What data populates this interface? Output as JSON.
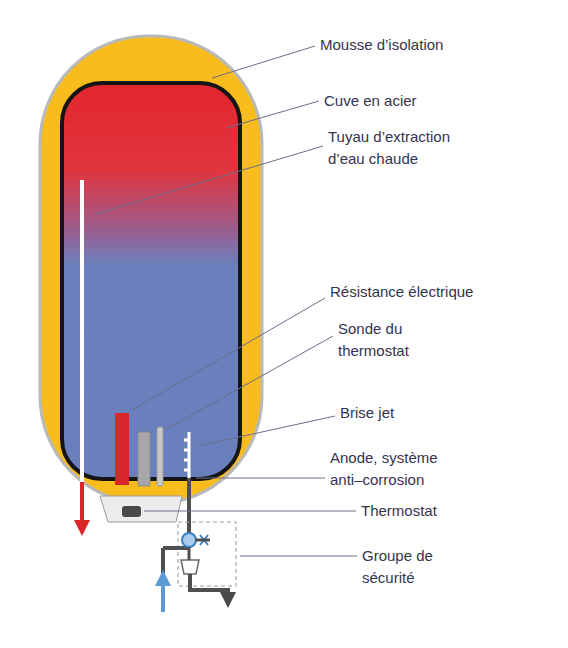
{
  "diagram": {
    "labels": [
      "Mousse d’isolation",
      "Cuve en acier",
      "Tuyau d’extraction d’eau chaude",
      "Résistance électrique",
      "Sonde du thermostat",
      "Brise jet",
      "Anode, système anti–corrosion",
      "Thermostat",
      "Groupe de sécurité"
    ]
  }
}
